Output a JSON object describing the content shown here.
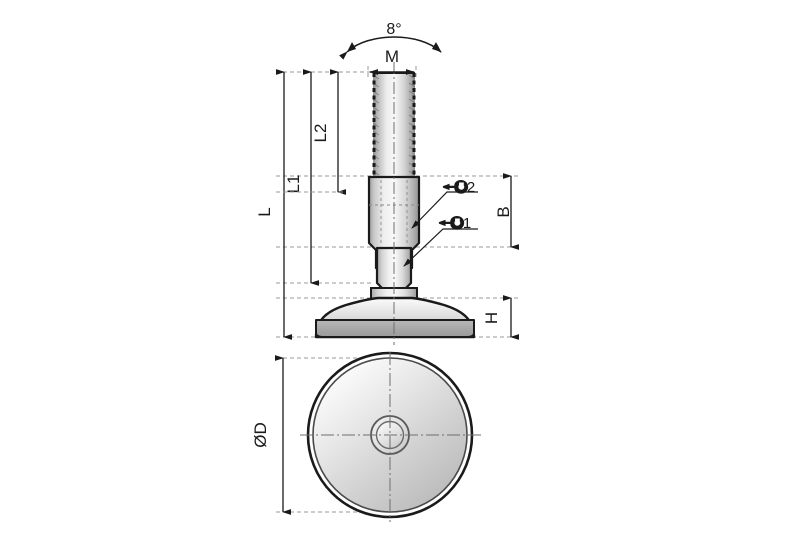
{
  "drawing": {
    "title": "Leveling foot technical drawing",
    "views": {
      "elevation": "front elevation section view",
      "plan": "bottom plan view"
    }
  },
  "dimensions": {
    "angle": "8°",
    "thread": "M",
    "length_total": "L",
    "length_1": "L1",
    "length_2": "L2",
    "across_flats_span": "B",
    "base_height": "H",
    "base_diameter": "ØD"
  },
  "callouts": [
    {
      "id": "2",
      "label": "2",
      "icon": "wrench-icon"
    },
    {
      "id": "1",
      "label": "1",
      "icon": "wrench-icon"
    }
  ],
  "colors": {
    "line": "#1a1a1a",
    "dim_line": "#4d4d4d",
    "extension_line": "#8c8c8c",
    "metal_light": "#f2f2f2",
    "metal_mid": "#c8c8c8",
    "metal_dark": "#9a9a9a",
    "pad_gray": "#a6a6a6",
    "background": "#ffffff"
  }
}
